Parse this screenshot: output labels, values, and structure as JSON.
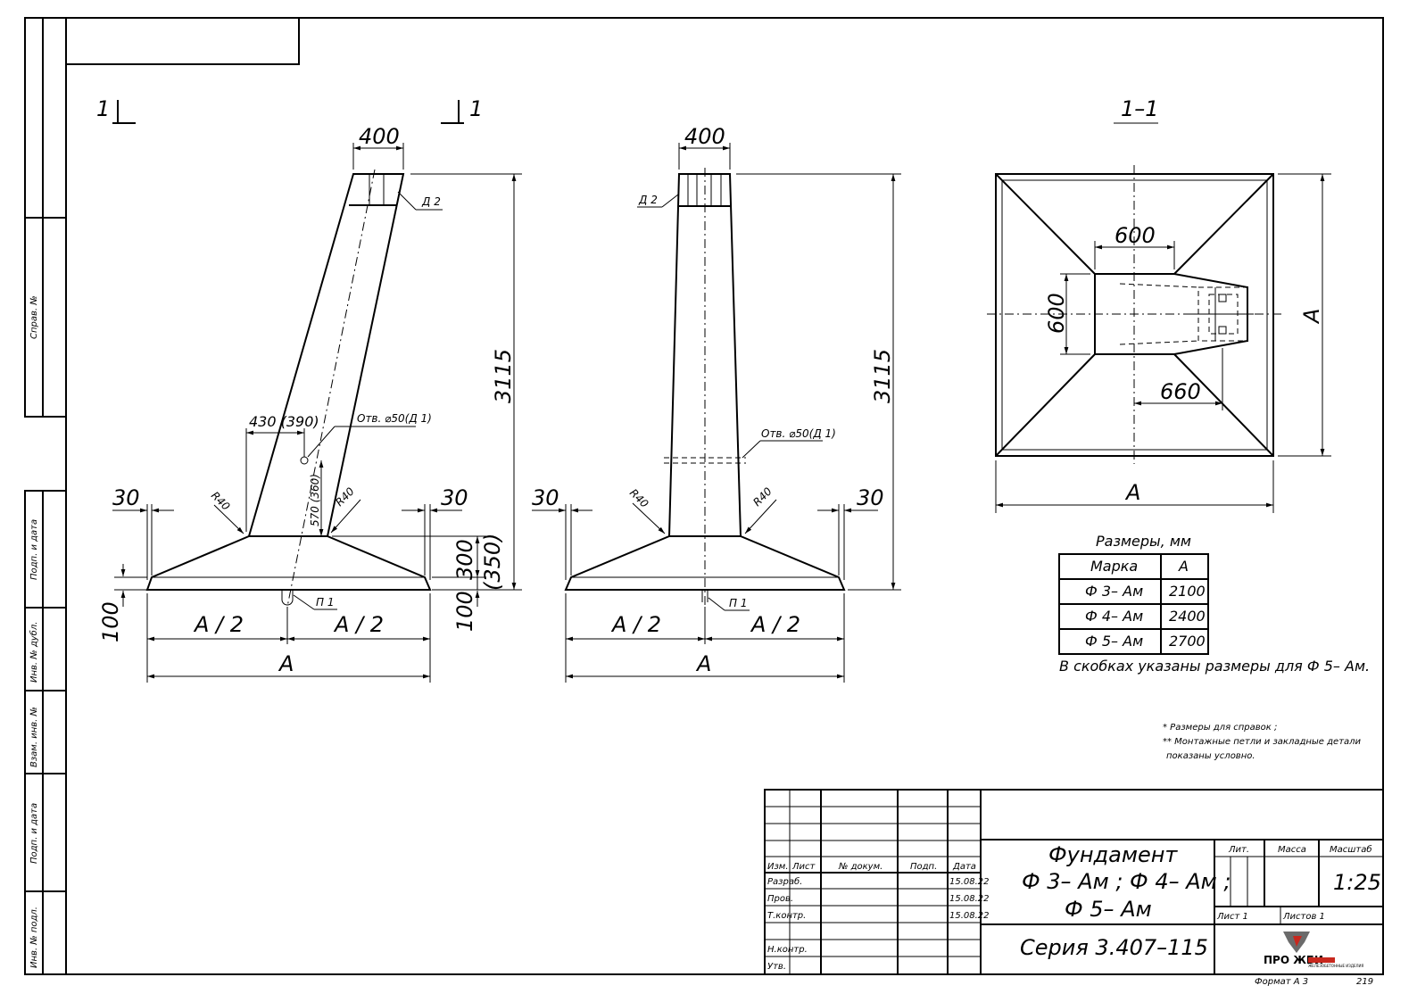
{
  "left_strip": {
    "sprav_no": "Справ. №",
    "podp_data_1": "Подп. и дата",
    "inv_dubl": "Инв. № дубл.",
    "vzam_inv": "Взам. инв. №",
    "podp_data_2": "Подп. и дата",
    "inv_podl": "Инв. № подл."
  },
  "views": {
    "section_mark": "1",
    "section_title": "1–1",
    "side": {
      "top_width": "400",
      "height": "3115",
      "offset": "430 (390)",
      "hole": "Отв. ⌀50(Д 1)",
      "rise": "570 (360)",
      "radius_left": "R40",
      "radius_right": "R40",
      "edge_left": "30",
      "edge_right": "30",
      "slope_height": "300",
      "slope_height_alt": "(350)",
      "base_left": "100",
      "base_right": "100",
      "half_left": "A / 2",
      "half_right": "A / 2",
      "full": "A",
      "insert": "Д 2",
      "loop": "П 1"
    },
    "front": {
      "top_width": "400",
      "height": "3115",
      "hole": "Отв. ⌀50(Д 1)",
      "radius_left": "R40",
      "radius_right": "R40",
      "edge_left": "30",
      "edge_right": "30",
      "half_left": "A / 2",
      "half_right": "A / 2",
      "full": "A",
      "insert": "Д 2",
      "loop": "П 1"
    },
    "plan": {
      "dim_top": "600",
      "dim_left": "600",
      "dim_bottom": "660",
      "side_a": "A",
      "bottom_a": "A"
    }
  },
  "sizes_table": {
    "title": "Размеры, мм",
    "headers": [
      "Марка",
      "A"
    ],
    "rows": [
      {
        "mark": "Ф 3– Ам",
        "a": "2100"
      },
      {
        "mark": "Ф 4– Ам",
        "a": "2400"
      },
      {
        "mark": "Ф 5– Ам",
        "a": "2700"
      }
    ],
    "note": "В скобках указаны размеры для Ф 5– Ам."
  },
  "notes": [
    "* Размеры для справок ;",
    "** Монтажные петли и закладные детали",
    "показаны условно."
  ],
  "title_block": {
    "col_headers": [
      "Изм.",
      "Лист",
      "№ докум.",
      "Подп.",
      "Дата"
    ],
    "roles": [
      "Разраб.",
      "Пров.",
      "Т.контр.",
      "",
      "Н.контр.",
      "Утв."
    ],
    "dates": [
      "15.08.22",
      "15.08.22",
      "15.08.22"
    ],
    "name_line1": "Фундамент",
    "name_line2": "Ф 3– Ам ; Ф 4– Ам ;",
    "name_line3": "Ф 5– Ам",
    "series": "Серия  3.407–115",
    "lit": "Лит.",
    "massa": "Масса",
    "masshtab": "Масштаб",
    "scale": "1:25",
    "sheet": "Лист 1",
    "sheets": "Листов 1",
    "logo_text": "ПРО ЖБИ",
    "logo_sub": "ЖЕЛЕЗОБЕТОННЫЕ ИЗДЕЛИЯ",
    "format": "Формат А 3",
    "page": "219",
    "accent_color": "#c8281e",
    "logo_gray": "#6b6b6b"
  }
}
